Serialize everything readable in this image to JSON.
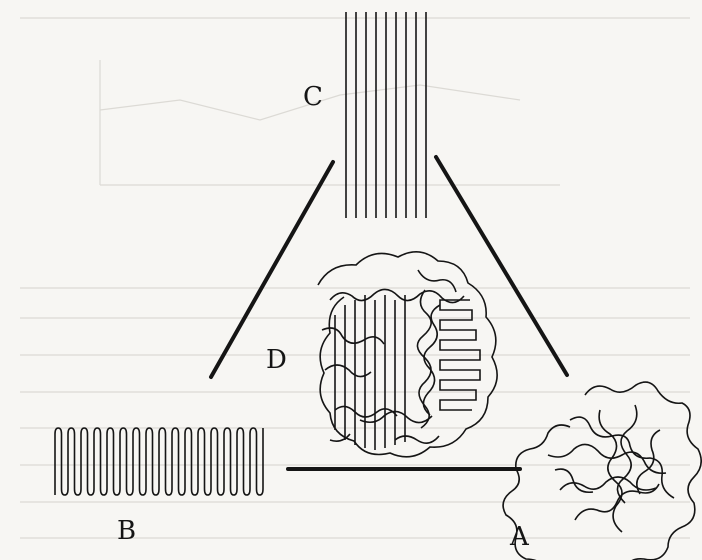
{
  "diagram": {
    "labels": {
      "a": "A",
      "b": "B",
      "c": "C",
      "d": "D"
    },
    "colors": {
      "ink": "#151515",
      "paper": "#f7f6f3",
      "ghost_text": "#d9d7d2"
    },
    "shapes": {
      "c": "parallel-straight-lines",
      "b": "zigzag-folded-chain",
      "a": "random-coil-sphere",
      "d": "mixed-coil-and-folded-structure"
    }
  }
}
